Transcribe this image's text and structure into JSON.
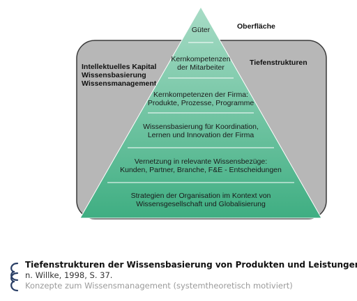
{
  "diagram": {
    "top_label": "Oberfläche",
    "deep_label": "Tiefenstrukturen",
    "left_labels": [
      "Intellektuelles Kapital",
      "Wissensbasierung",
      "Wissensmanagement"
    ],
    "levels": [
      {
        "lines": [
          "Güter"
        ]
      },
      {
        "lines": [
          "Kernkompetenzen",
          "der Mitarbeiter"
        ]
      },
      {
        "lines": [
          "Kernkompetenzen der Firma:",
          "Produkte, Prozesse, Programme"
        ]
      },
      {
        "lines": [
          "Wissensbasierung für Koordination,",
          "Lernen und Innovation der Firma"
        ]
      },
      {
        "lines": [
          "Vernetzung in relevante Wissensbezüge:",
          "Kunden, Partner, Branche, F&E - Entscheidungen"
        ]
      },
      {
        "lines": [
          "Strategien der Organisation im Kontext von",
          "Wissensgesellschaft und Globalisierung"
        ]
      }
    ],
    "colors": {
      "box_fill": "#b7b7b7",
      "box_stroke": "#3a3a3a",
      "pyramid_top": "#a8dcc6",
      "pyramid_bottom": "#3fae82",
      "pyramid_stroke": "#ffffff"
    }
  },
  "caption": {
    "title": "Tiefenstrukturen der Wissensbasierung von Produkten und Leistungen,",
    "source": "n. Willke, 1998, S. 37.",
    "subtitle": "Konzepte zum Wissensmanagement (systemtheoretisch motiviert)",
    "icon": "bracket-logo-icon"
  }
}
